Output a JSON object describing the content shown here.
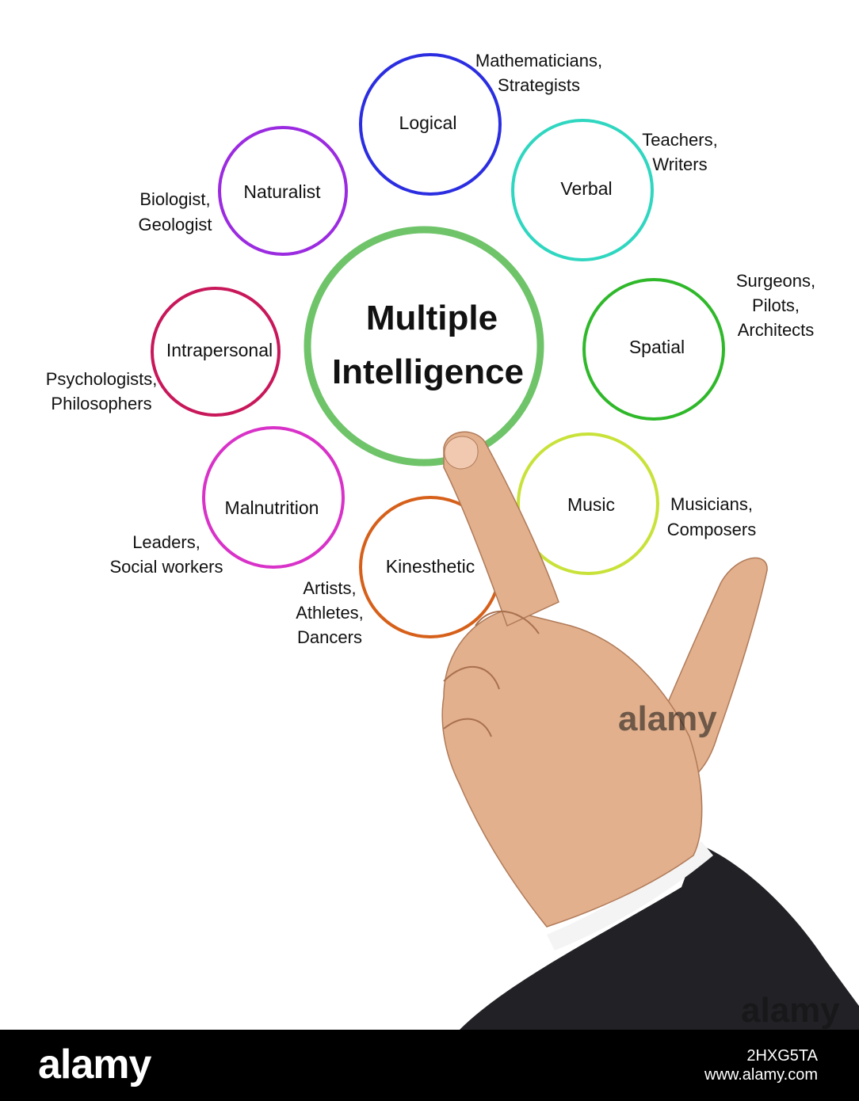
{
  "center": {
    "line1": "Multiple",
    "line2": "Intelligence",
    "color": "#6fc46a"
  },
  "nodes": [
    {
      "key": "logical",
      "label": "Logical",
      "color": "#2b2ee0",
      "roles": [
        "Mathematicians,",
        "Strategists"
      ]
    },
    {
      "key": "verbal",
      "label": "Verbal",
      "color": "#2fd6c0",
      "roles": [
        "Teachers,",
        "Writers"
      ]
    },
    {
      "key": "spatial",
      "label": "Spatial",
      "color": "#2fb82a",
      "roles": [
        "Surgeons,",
        "Pilots,",
        "Architects"
      ]
    },
    {
      "key": "music",
      "label": "Music",
      "color": "#c9e23a",
      "roles": [
        "Musicians,",
        "Composers"
      ]
    },
    {
      "key": "kinesthetic",
      "label": "Kinesthetic",
      "color": "#d6601a",
      "roles": [
        "Artists,",
        "Athletes,",
        "Dancers"
      ]
    },
    {
      "key": "malnutrition",
      "label": "Malnutrition",
      "color": "#d832c8",
      "roles": [
        "Leaders,",
        "Social workers"
      ]
    },
    {
      "key": "intrapersonal",
      "label": "Intrapersonal",
      "color": "#c8175a",
      "roles": [
        "Psychologists,",
        "Philosophers"
      ]
    },
    {
      "key": "naturalist",
      "label": "Naturalist",
      "color": "#9b2be0",
      "roles": [
        "Biologist,",
        "Geologist"
      ]
    }
  ],
  "watermark": {
    "mid": "alamy",
    "low": "alamy"
  },
  "footer": {
    "logo": "alamy",
    "image_id": "2HXG5TA",
    "url": "www.alamy.com"
  },
  "hand": {
    "skin": "#e2b08d",
    "sleeve": "#222226",
    "cuff": "#f4f4f4"
  }
}
